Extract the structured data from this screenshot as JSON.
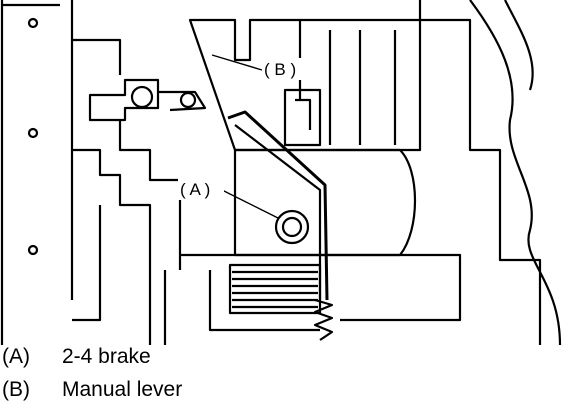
{
  "callouts": {
    "a": "( A )",
    "b": "( B )"
  },
  "legend": [
    {
      "key": "(A)",
      "text": "2-4 brake"
    },
    {
      "key": "(B)",
      "text": "Manual lever"
    }
  ]
}
